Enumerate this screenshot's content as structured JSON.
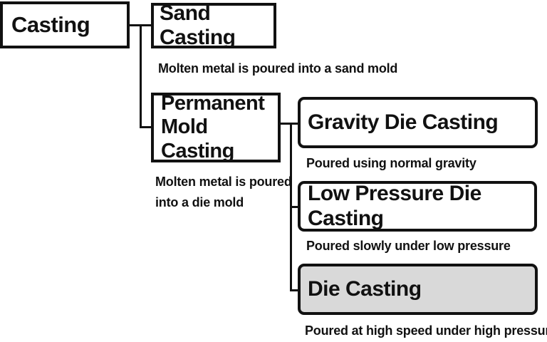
{
  "nodes": {
    "casting": {
      "label": "Casting"
    },
    "sand_casting": {
      "label": "Sand Casting",
      "description": "Molten metal is poured into a sand mold"
    },
    "permanent_mold_casting": {
      "label": "Permanent\nMold Casting",
      "description_line1": "Molten metal is poured",
      "description_line2": "into a die mold"
    },
    "gravity_die_casting": {
      "label": "Gravity Die Casting",
      "description": "Poured using normal gravity"
    },
    "low_pressure_die_casting": {
      "label": "Low Pressure Die Casting",
      "description": "Poured slowly under low pressure"
    },
    "die_casting": {
      "label": "Die Casting",
      "description": "Poured at high speed under high pressure",
      "fill": "#d9d9d9"
    }
  },
  "colors": {
    "line": "#111111",
    "background": "#ffffff"
  }
}
